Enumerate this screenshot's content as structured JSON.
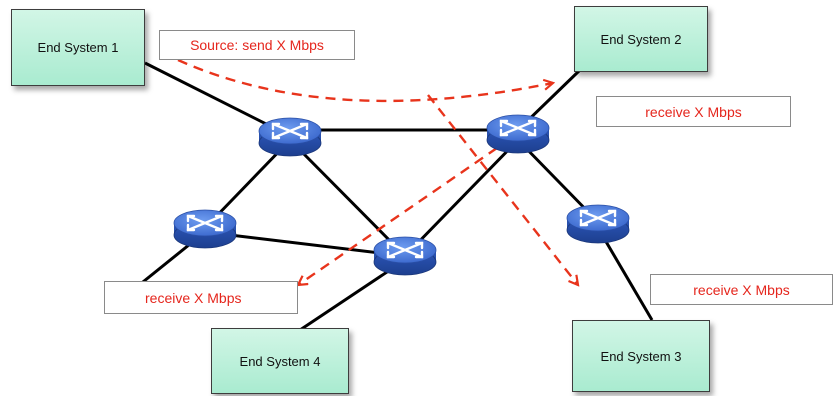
{
  "end_systems": {
    "es1": "End System 1",
    "es2": "End System 2",
    "es3": "End System 3",
    "es4": "End System 4"
  },
  "annotations": {
    "source": "Source: send X Mbps",
    "receive_es2": "receive X Mbps",
    "receive_es3": "receive X Mbps",
    "receive_es4": "receive X Mbps"
  },
  "colors": {
    "flow_arrow": "#e8341c",
    "router_body": "#3c6fd6",
    "end_system_fill": "#b3eed6",
    "annotation_text": "#e5261d"
  },
  "icons": {
    "router": "router-icon"
  }
}
